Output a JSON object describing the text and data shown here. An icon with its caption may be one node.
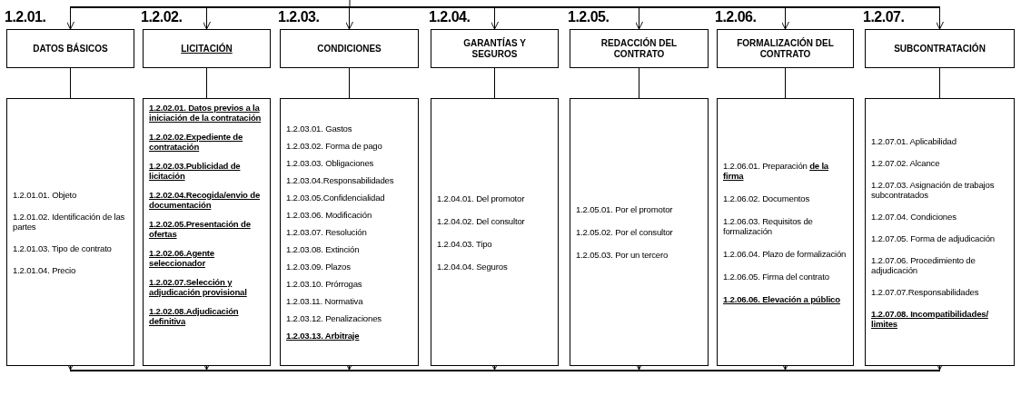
{
  "diagram": {
    "nodes": [
      {
        "text": [
          "DATOS BÁSICOS"
        ],
        "beside": [
          "1.2.01."
        ]
      },
      {
        "text": [
          "**LICITACIÓN**"
        ],
        "beside": [
          "1.2.02."
        ]
      },
      {
        "text": [
          "CONDICIONES"
        ],
        "beside": [
          "1.2.03."
        ]
      },
      {
        "text": [
          "GARANTÍAS Y SEGUROS"
        ],
        "beside": [
          "1.2.04."
        ]
      },
      {
        "text": [
          "REDACCIÓN DEL CONTRATO"
        ],
        "beside": [
          "1.2.05."
        ]
      },
      {
        "text": [
          "FORMALIZACIÓN DEL CONTRATO"
        ],
        "beside": [
          "1.2.06."
        ]
      },
      {
        "text": [
          "SUBCONTRATACIÓN"
        ],
        "beside": [
          "1.2.07."
        ]
      },
      {
        "text": [
          "1.2.01.01. Objeto",
          "1.2.01.02. Identificación de las partes",
          "1.2.01.03. Tipo de contrato",
          "1.2.01.04. Precio"
        ]
      },
      {
        "text": [
          "**1.2.02.01. Datos previos a la iniciación de la contratación**",
          "**1.2.02.02.Expediente de contratación**",
          "**1.2.02.03.Publicidad de licitación**",
          "**1.2.02.04.Recogida/envio de documentación**",
          "**1.2.02.05.Presentación de ofertas**",
          "**1.2.02.06.Agente seleccionador**",
          "**1.2.02.07.Selección y adjudicación provisional**",
          "**1.2.02.08.Adjudicación definitiva**"
        ]
      },
      {
        "text": [
          "1.2.03.01. Gastos",
          "1.2.03.02. Forma de pago",
          "1.2.03.03. Obligaciones",
          "1.2.03.04.Responsabilidades",
          "1.2.03.05.Confidencialidad",
          "1.2.03.06. Modificación",
          "1.2.03.07. Resolución",
          "1.2.03.08. Extinción",
          "1.2.03.09. Plazos",
          "1.2.03.10. Prórrogas",
          "1.2.03.11. Normativa",
          "1.2.03.12. Penalizaciones",
          "**1.2.03.13. Arbitraje**"
        ]
      },
      {
        "text": [
          "1.2.04.01. Del promotor",
          "1.2.04.02. Del consultor",
          "1.2.04.03. Tipo",
          "1.2.04.04. Seguros"
        ]
      },
      {
        "text": [
          "1.2.05.01. Por el promotor",
          "1.2.05.02. Por el consultor",
          "1.2.05.03. Por un tercero"
        ]
      },
      {
        "text": [
          "1.2.06.01. Preparación **de la firma**",
          "1.2.06.02. Documentos",
          "1.2.06.03. Requisitos de formalización",
          "1.2.06.04. Plazo de formalización",
          "1.2.06.05. Firma del contrato",
          "**1.2.06.06. Elevación a público**"
        ]
      },
      {
        "text": [
          "1.2.07.01. Aplicabilidad",
          "1.2.07.02. Alcance",
          "1.2.07.03. Asignación de trabajos subcontratados",
          "1.2.07.04. Condiciones",
          "1.2.07.05. Forma de adjudicación",
          "1.2.07.06. Procedimiento de adjudicación",
          "1.2.07.07.Responsabilidades",
          "**1.2.07.08. Incompatibilidades/ limites**"
        ]
      },
      {
        "text": [],
        "shape": "bar"
      },
      {
        "text": [],
        "shape": "bar"
      }
    ],
    "edges": [
      {
        "from": 14,
        "to": 0,
        "arrow": "to"
      },
      {
        "from": 14,
        "to": 1,
        "arrow": "to"
      },
      {
        "from": 14,
        "to": 2,
        "arrow": "to"
      },
      {
        "from": 14,
        "to": 3,
        "arrow": "to"
      },
      {
        "from": 14,
        "to": 4,
        "arrow": "to"
      },
      {
        "from": 14,
        "to": 5,
        "arrow": "to"
      },
      {
        "from": 14,
        "to": 6,
        "arrow": "to"
      },
      {
        "from": 0,
        "to": 7,
        "arrow": "none"
      },
      {
        "from": 1,
        "to": 8,
        "arrow": "none"
      },
      {
        "from": 2,
        "to": 9,
        "arrow": "none"
      },
      {
        "from": 3,
        "to": 10,
        "arrow": "none"
      },
      {
        "from": 4,
        "to": 11,
        "arrow": "none"
      },
      {
        "from": 5,
        "to": 12,
        "arrow": "none"
      },
      {
        "from": 6,
        "to": 13,
        "arrow": "none"
      },
      {
        "from": 7,
        "to": 15,
        "arrow": "to"
      },
      {
        "from": 8,
        "to": 15,
        "arrow": "to"
      },
      {
        "from": 9,
        "to": 15,
        "arrow": "to"
      },
      {
        "from": 10,
        "to": 15,
        "arrow": "to"
      },
      {
        "from": 11,
        "to": 15,
        "arrow": "to"
      },
      {
        "from": 12,
        "to": 15,
        "arrow": "to"
      },
      {
        "from": 13,
        "to": 15,
        "arrow": "to"
      },
      {
        "from": null,
        "to": 14,
        "arrow": "none"
      }
    ]
  }
}
